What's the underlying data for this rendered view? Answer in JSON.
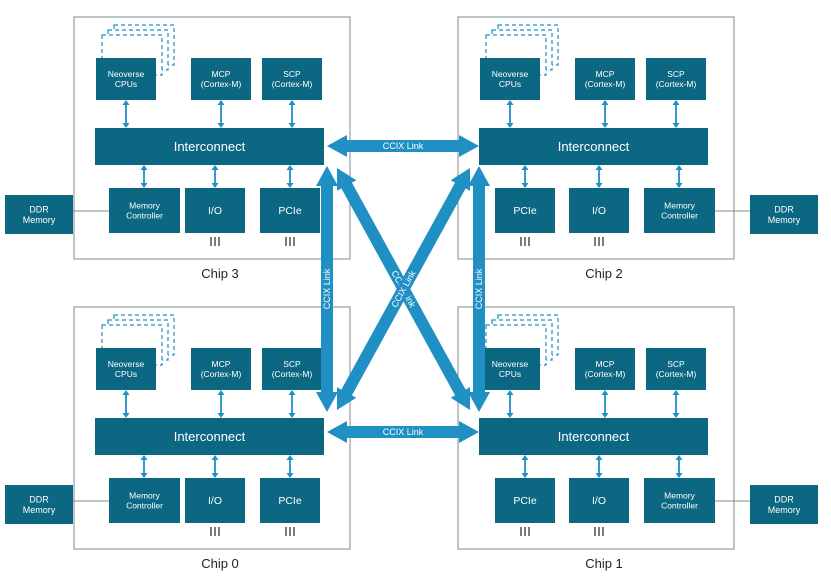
{
  "colors": {
    "block": "#0b6782",
    "link": "#1f8fc4",
    "chip_border": "#7f8c8d",
    "io_pins": "#222222"
  },
  "chips": [
    {
      "name": "Chip 3",
      "blocks": {
        "cpus": [
          "Neoverse",
          "CPUs"
        ],
        "mcp": [
          "MCP",
          "(Cortex-M)"
        ],
        "scp": [
          "SCP",
          "(Cortex-M)"
        ],
        "interconnect": "Interconnect",
        "memctrl": [
          "Memory",
          "Controller"
        ],
        "io": "I/O",
        "pcie": "PCIe"
      },
      "ddr": [
        "DDR",
        "Memory"
      ]
    },
    {
      "name": "Chip 2",
      "blocks": {
        "cpus": [
          "Neoverse",
          "CPUs"
        ],
        "mcp": [
          "MCP",
          "(Cortex-M)"
        ],
        "scp": [
          "SCP",
          "(Cortex-M)"
        ],
        "interconnect": "Interconnect",
        "memctrl": [
          "Memory",
          "Controller"
        ],
        "io": "I/O",
        "pcie": "PCIe"
      },
      "ddr": [
        "DDR",
        "Memory"
      ]
    },
    {
      "name": "Chip 0",
      "blocks": {
        "cpus": [
          "Neoverse",
          "CPUs"
        ],
        "mcp": [
          "MCP",
          "(Cortex-M)"
        ],
        "scp": [
          "SCP",
          "(Cortex-M)"
        ],
        "interconnect": "Interconnect",
        "memctrl": [
          "Memory",
          "Controller"
        ],
        "io": "I/O",
        "pcie": "PCIe"
      },
      "ddr": [
        "DDR",
        "Memory"
      ]
    },
    {
      "name": "Chip 1",
      "blocks": {
        "cpus": [
          "Neoverse",
          "CPUs"
        ],
        "mcp": [
          "MCP",
          "(Cortex-M)"
        ],
        "scp": [
          "SCP",
          "(Cortex-M)"
        ],
        "interconnect": "Interconnect",
        "memctrl": [
          "Memory",
          "Controller"
        ],
        "io": "I/O",
        "pcie": "PCIe"
      },
      "ddr": [
        "DDR",
        "Memory"
      ]
    }
  ],
  "links": {
    "top": "CCIX Link",
    "bottom": "CCIX Link",
    "left": "CCIX Link",
    "right": "CCIX Link",
    "diag_a": "CCIX Link",
    "diag_b": "CCIX Link"
  }
}
